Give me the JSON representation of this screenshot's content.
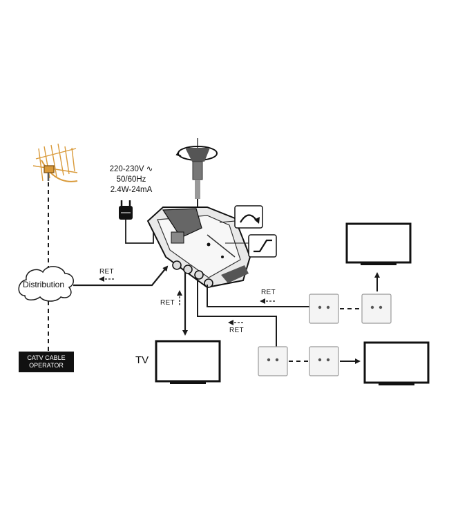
{
  "power_supply": {
    "voltage": "220-230V",
    "frequency": "50/60Hz",
    "consumption": "2.4W-24mA"
  },
  "labels": {
    "distribution": "Distribution",
    "catv_line1": "CATV CABLE",
    "catv_line2": "OPERATOR",
    "tv": "TV",
    "ret": "RET"
  },
  "colors": {
    "line": "#1a1a1a",
    "antenna": "#d99a3a",
    "catv_box": "#111111",
    "outlet": "#f4f4f4"
  }
}
